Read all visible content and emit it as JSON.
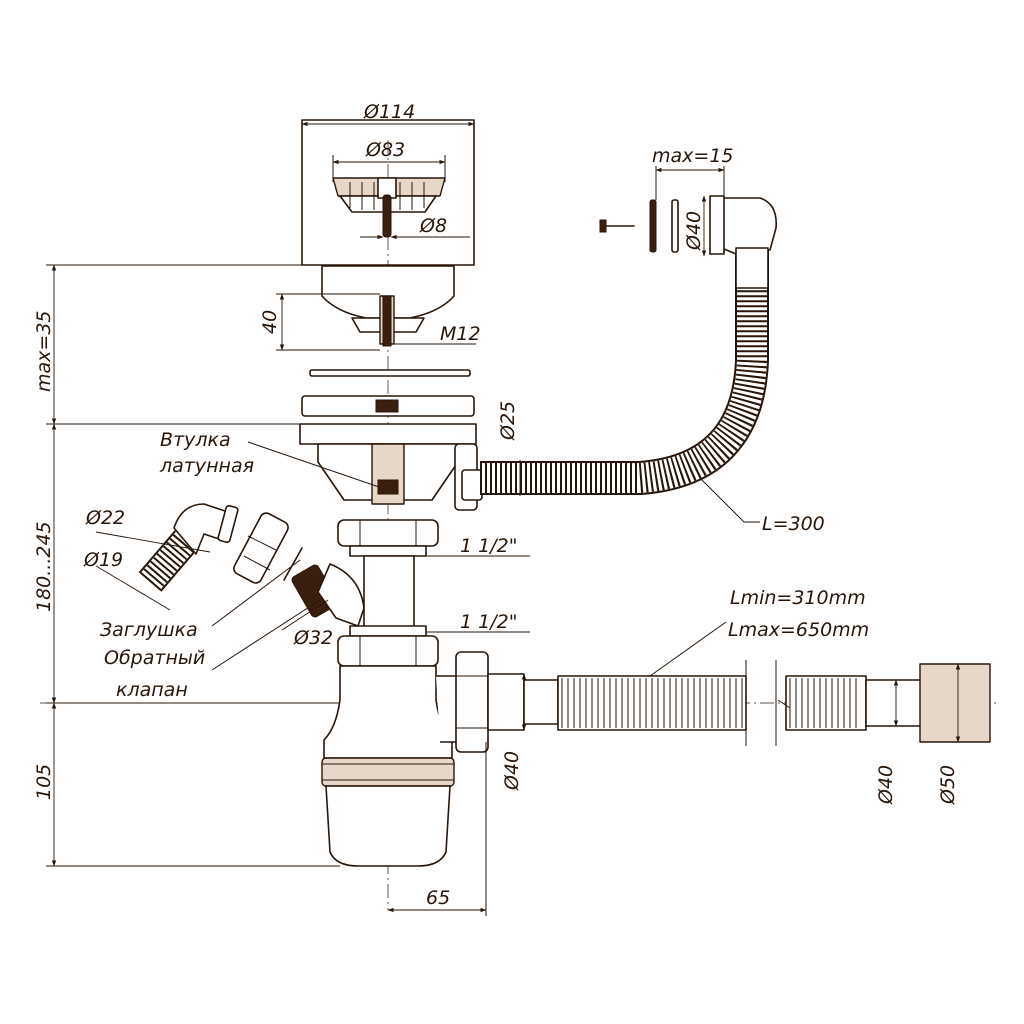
{
  "colors": {
    "ink": "#2a1608",
    "fill": "#e7d7c8",
    "dark": "#3b1f0e"
  },
  "dims": {
    "d114": "Ø114",
    "d83": "Ø83",
    "d8": "Ø8",
    "h40": "40",
    "m12": "M12",
    "max35": "max=35",
    "max15": "max=15",
    "d40_top": "Ø40",
    "d25": "Ø25",
    "h180_245": "180...245",
    "d22": "Ø22",
    "d19": "Ø19",
    "thread1": "1 1/2\"",
    "thread2": "1 1/2\"",
    "d32": "Ø32",
    "h105": "105",
    "w65": "65",
    "d40_outlet": "Ø40",
    "d40_end": "Ø40",
    "d50_end": "Ø50",
    "l300": "L=300",
    "lmin": "Lmin=310mm",
    "lmax": "Lmax=650mm"
  },
  "labels": {
    "bushing_line1": "Втулка",
    "bushing_line2": "латунная",
    "plug": "Заглушка",
    "valve_line1": "Обратный",
    "valve_line2": "клапан"
  }
}
